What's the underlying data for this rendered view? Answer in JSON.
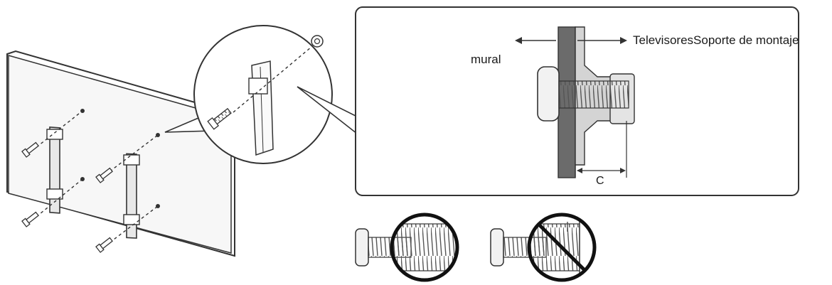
{
  "labels": {
    "wall": "mural",
    "tv_bracket": "TelevisoresSoporte de montaje",
    "dimension": "C"
  },
  "colors": {
    "line": "#333333",
    "wall_fill": "#6b6b6b",
    "bracket_fill": "#d4d4d4",
    "screw_fill": "#e6e6e6"
  },
  "icons": {
    "correct": "screw-correct-icon",
    "incorrect": "screw-incorrect-icon"
  }
}
